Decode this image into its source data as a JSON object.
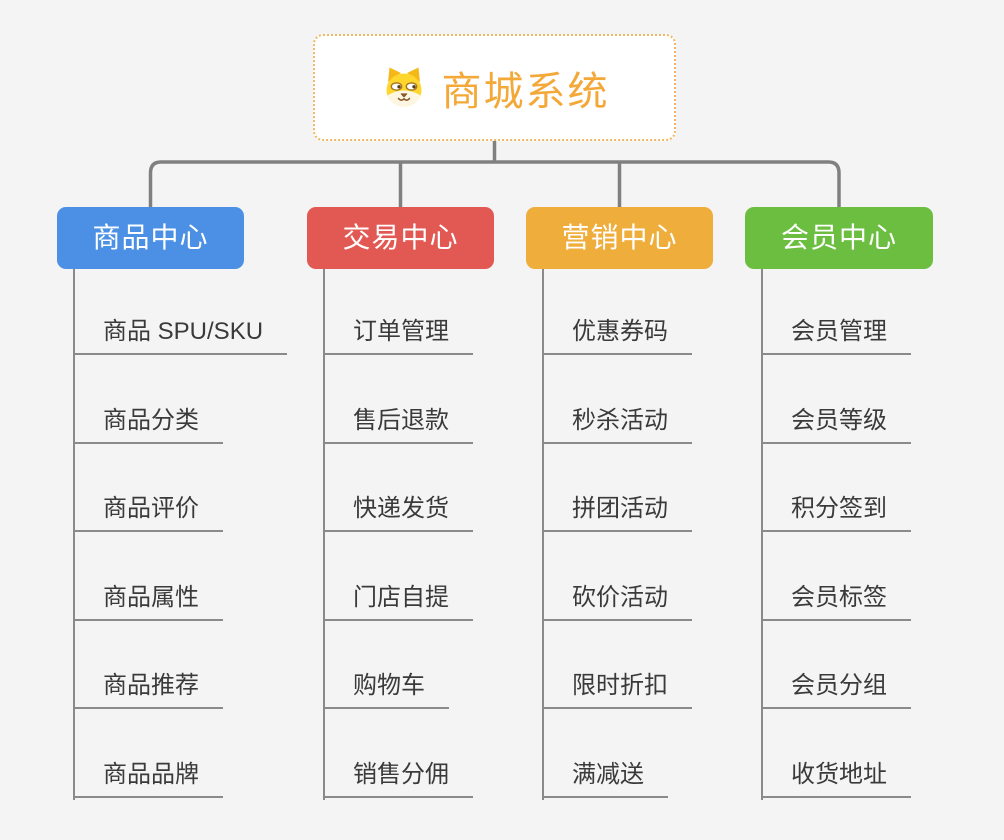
{
  "root": {
    "title": "商城系统",
    "icon": "dog-face-icon"
  },
  "branches": [
    {
      "label": "商品中心",
      "color": "#4b90e5",
      "children": [
        "商品 SPU/SKU",
        "商品分类",
        "商品评价",
        "商品属性",
        "商品推荐",
        "商品品牌"
      ]
    },
    {
      "label": "交易中心",
      "color": "#e25852",
      "children": [
        "订单管理",
        "售后退款",
        "快递发货",
        "门店自提",
        "购物车",
        "销售分佣"
      ]
    },
    {
      "label": "营销中心",
      "color": "#efad3c",
      "children": [
        "优惠券码",
        "秒杀活动",
        "拼团活动",
        "砍价活动",
        "限时折扣",
        "满减送"
      ]
    },
    {
      "label": "会员中心",
      "color": "#6cbe40",
      "children": [
        "会员管理",
        "会员等级",
        "积分签到",
        "会员标签",
        "会员分组",
        "收货地址"
      ]
    }
  ],
  "styles": {
    "canvas_background": "#f4f4f5",
    "connector_color": "#808080",
    "leaf_line_color": "#8a8a8a",
    "leaf_text_color": "#3a3a3a",
    "branch_text_color": "#ffffff",
    "root_background": "#ffffff",
    "root_border_color": "#f2b765",
    "root_title_color": "#f3a838"
  }
}
